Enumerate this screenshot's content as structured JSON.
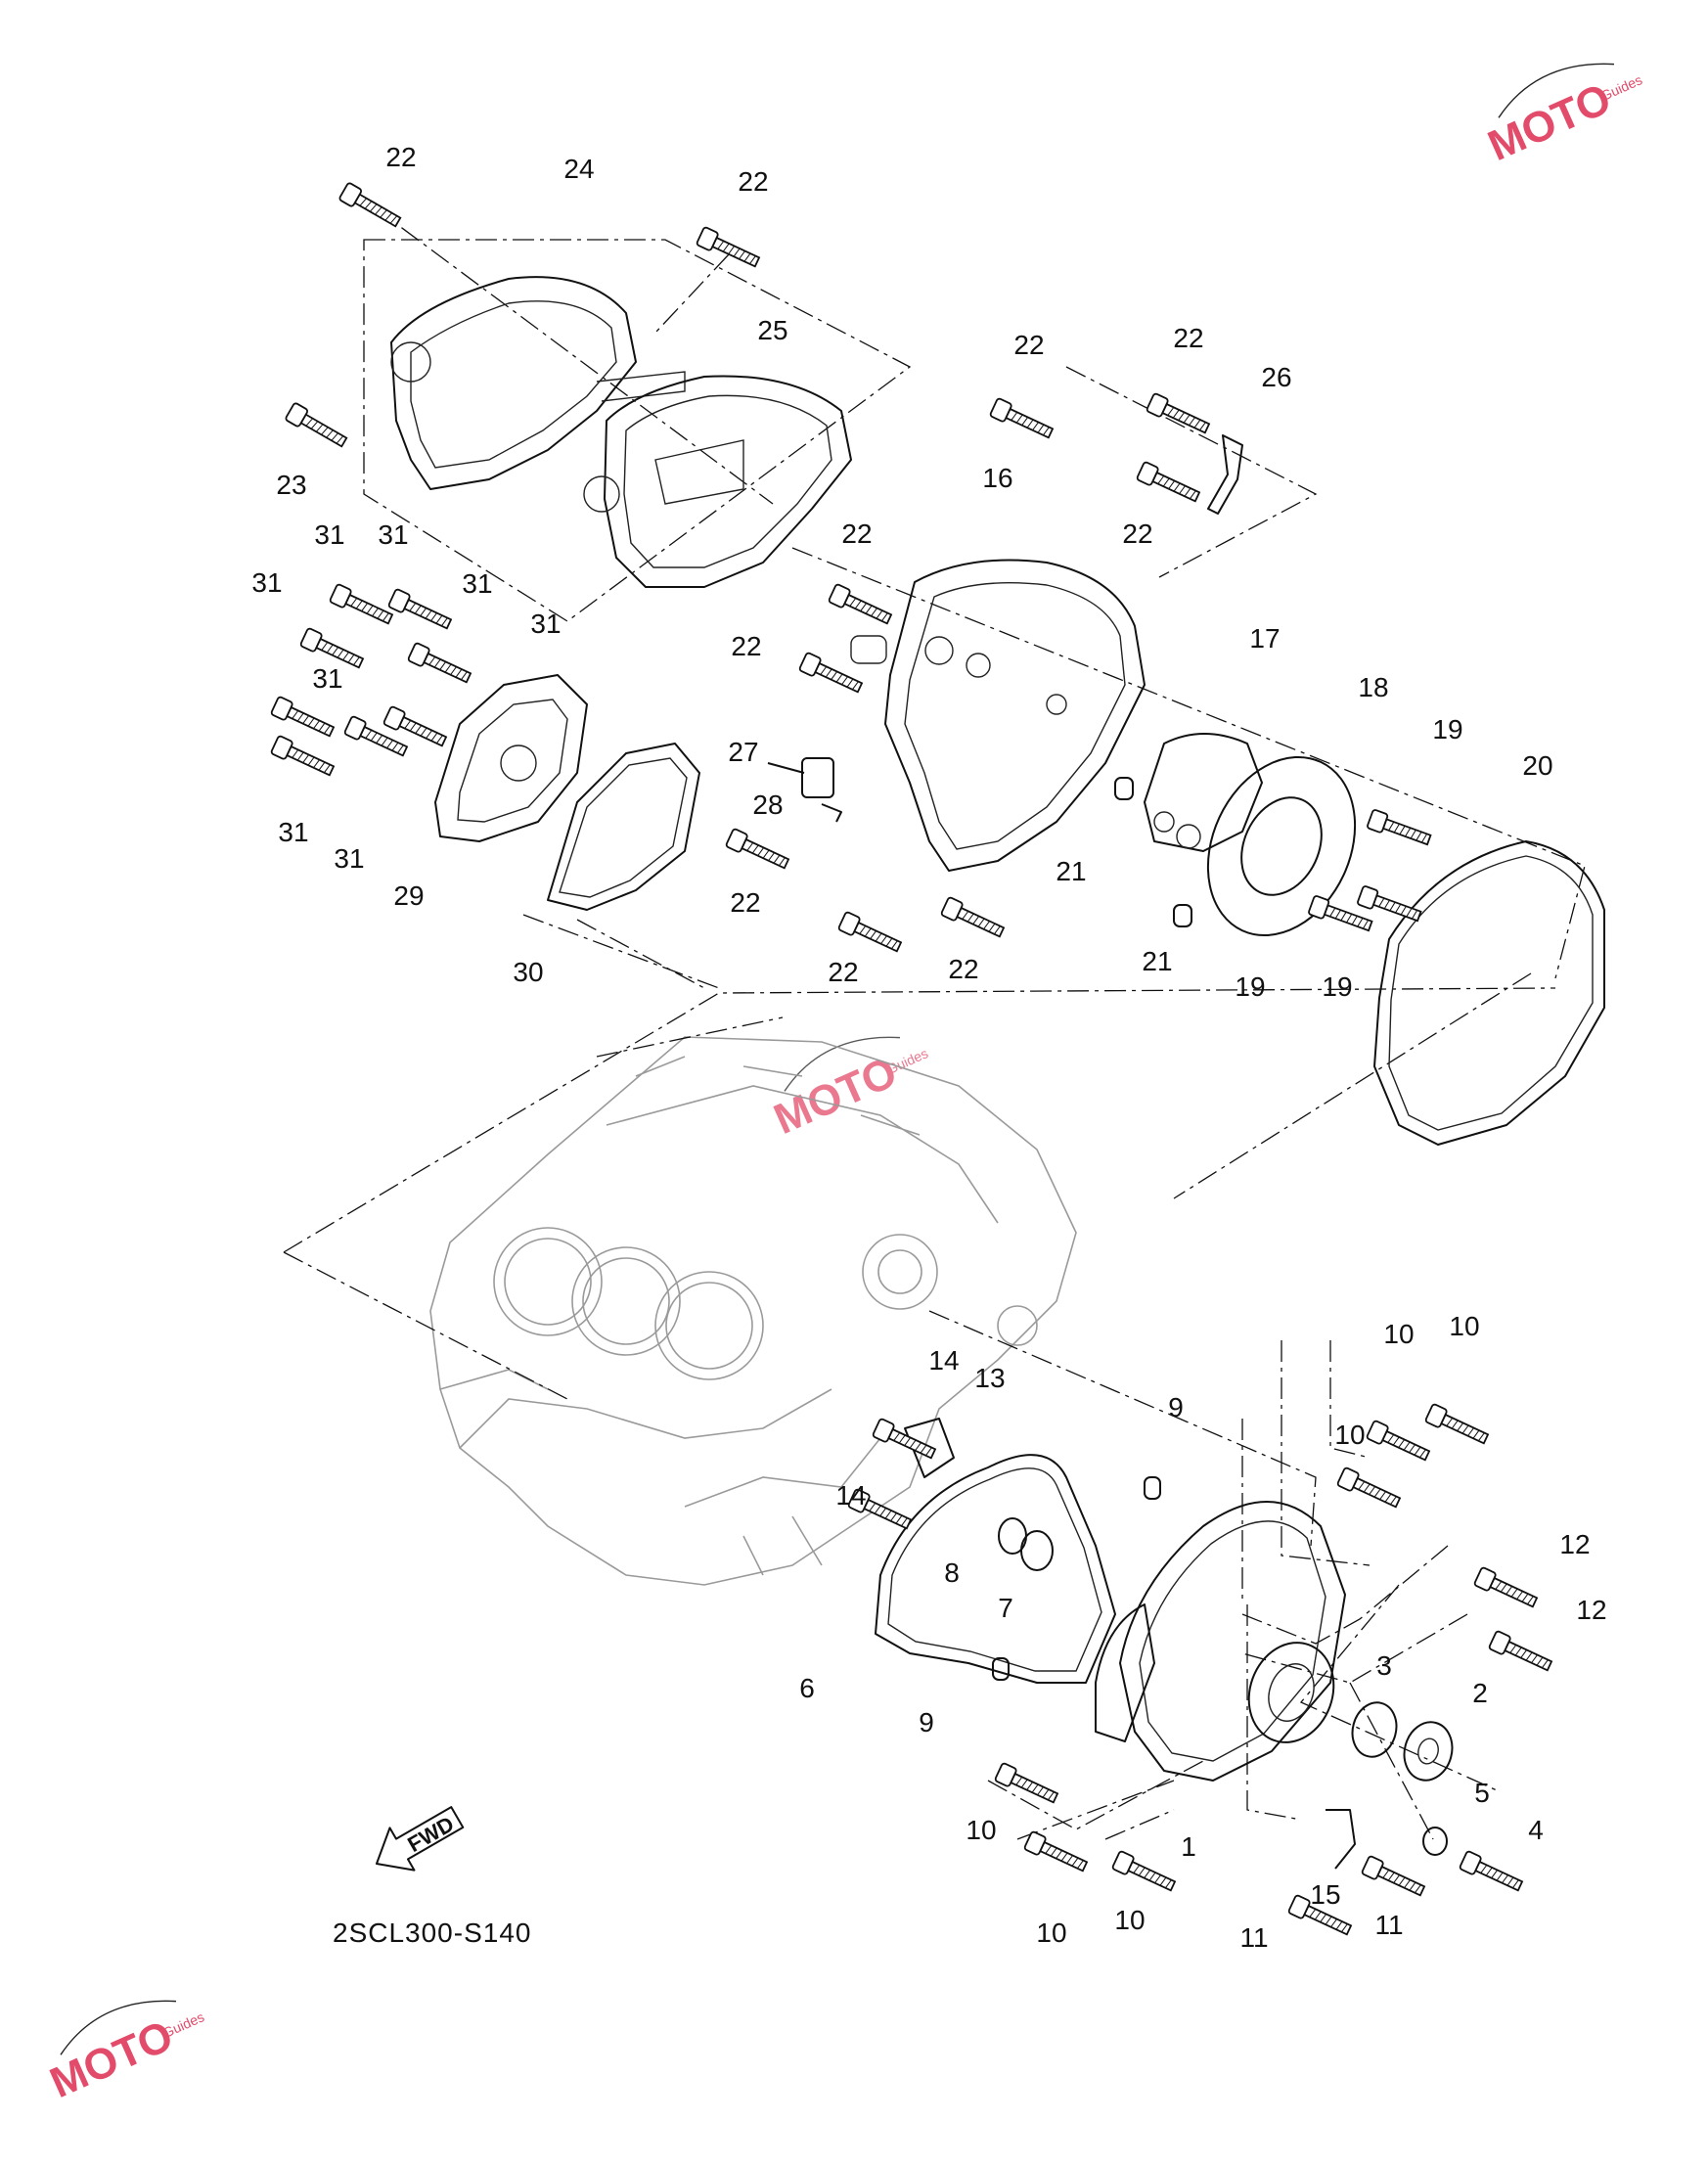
{
  "diagram": {
    "drawing_code": "2SCL300-S140",
    "fwd_label": "FWD",
    "watermark": {
      "brand": "MOTO",
      "sub": "Guides"
    },
    "callouts": [
      {
        "id": "c22a",
        "text": "22"
      },
      {
        "id": "c24",
        "text": "24"
      },
      {
        "id": "c22b",
        "text": "22"
      },
      {
        "id": "c25",
        "text": "25"
      },
      {
        "id": "c22c",
        "text": "22"
      },
      {
        "id": "c22d",
        "text": "22"
      },
      {
        "id": "c26",
        "text": "26"
      },
      {
        "id": "c23",
        "text": "23"
      },
      {
        "id": "c16",
        "text": "16"
      },
      {
        "id": "c22e",
        "text": "22"
      },
      {
        "id": "c31a",
        "text": "31"
      },
      {
        "id": "c31b",
        "text": "31"
      },
      {
        "id": "c22f",
        "text": "22"
      },
      {
        "id": "c31c",
        "text": "31"
      },
      {
        "id": "c31d",
        "text": "31"
      },
      {
        "id": "c31e",
        "text": "31"
      },
      {
        "id": "c22g",
        "text": "22"
      },
      {
        "id": "c17",
        "text": "17"
      },
      {
        "id": "c18",
        "text": "18"
      },
      {
        "id": "c19a",
        "text": "19"
      },
      {
        "id": "c20",
        "text": "20"
      },
      {
        "id": "c31f",
        "text": "31"
      },
      {
        "id": "c27",
        "text": "27"
      },
      {
        "id": "c28",
        "text": "28"
      },
      {
        "id": "c31g",
        "text": "31"
      },
      {
        "id": "c31h",
        "text": "31"
      },
      {
        "id": "c22h",
        "text": "22"
      },
      {
        "id": "c21a",
        "text": "21"
      },
      {
        "id": "c29",
        "text": "29"
      },
      {
        "id": "c22i",
        "text": "22"
      },
      {
        "id": "c22j",
        "text": "22"
      },
      {
        "id": "c21b",
        "text": "21"
      },
      {
        "id": "c19b",
        "text": "19"
      },
      {
        "id": "c19c",
        "text": "19"
      },
      {
        "id": "c30",
        "text": "30"
      },
      {
        "id": "c10a",
        "text": "10"
      },
      {
        "id": "c10b",
        "text": "10"
      },
      {
        "id": "c14a",
        "text": "14"
      },
      {
        "id": "c13",
        "text": "13"
      },
      {
        "id": "c9a",
        "text": "9"
      },
      {
        "id": "c10c",
        "text": "10"
      },
      {
        "id": "c14b",
        "text": "14"
      },
      {
        "id": "c12a",
        "text": "12"
      },
      {
        "id": "c8",
        "text": "8"
      },
      {
        "id": "c7",
        "text": "7"
      },
      {
        "id": "c12b",
        "text": "12"
      },
      {
        "id": "c3",
        "text": "3"
      },
      {
        "id": "c2",
        "text": "2"
      },
      {
        "id": "c6",
        "text": "6"
      },
      {
        "id": "c9b",
        "text": "9"
      },
      {
        "id": "c5",
        "text": "5"
      },
      {
        "id": "c4",
        "text": "4"
      },
      {
        "id": "c10d",
        "text": "10"
      },
      {
        "id": "c1",
        "text": "1"
      },
      {
        "id": "c15",
        "text": "15"
      },
      {
        "id": "c10e",
        "text": "10"
      },
      {
        "id": "c10f",
        "text": "10"
      },
      {
        "id": "c11a",
        "text": "11"
      },
      {
        "id": "c11b",
        "text": "11"
      }
    ]
  }
}
